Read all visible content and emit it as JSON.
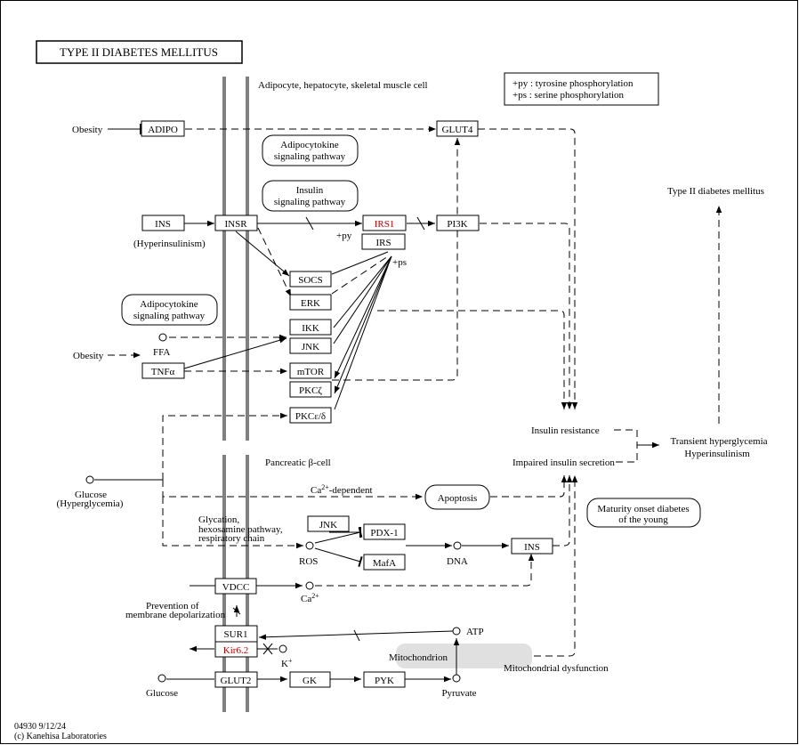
{
  "title": "TYPE  II  DIABETES  MELLITUS",
  "legend": {
    "ps": "+ps : serine phosphorylation",
    "py": "+py : tyrosine phosphorylation"
  },
  "cells": {
    "top": "Adipocyte, hepatocyte, skeletal muscle cell",
    "bottom": "Pancreatic β-cell"
  },
  "pathways": {
    "adipocytokine1_l1": "Adipocytokine",
    "adipocytokine1_l2": "signaling pathway",
    "insulin_l1": "Insulin",
    "insulin_l2": "signaling pathway",
    "adipocytokine2_l1": "Adipocytokine",
    "adipocytokine2_l2": "signaling pathway",
    "apoptosis": "Apoptosis",
    "mody_l1": "Maturity onset diabetes",
    "mody_l2": "of the young"
  },
  "genes": {
    "adipo": "ADIPO",
    "glut4": "GLUT4",
    "ins": "INS",
    "insr": "INSR",
    "irs1": "IRS1",
    "irs": "IRS",
    "p13k": "PI3K",
    "socs": "SOCS",
    "erk": "ERK",
    "ikk": "IKK",
    "jnk": "JNK",
    "tnfa": "TNFα",
    "mtor": "mTOR",
    "pkcz": "PKCζ",
    "pkce": "PKCε/δ",
    "jnk2": "JNK",
    "pdx1": "PDX-1",
    "mafa": "MafA",
    "ins2": "INS",
    "vdcc": "VDCC",
    "sur1": "SUR1",
    "kir62": "Kir6.2",
    "glut2": "GLUT2",
    "gk": "GK",
    "pyk": "PYK"
  },
  "labels": {
    "obesity1": "Obesity",
    "obesity2": "Obesity",
    "hyperinsulinism": "(Hyperinsulinism)",
    "ffa": "FFA",
    "py": "+py",
    "ps": "+ps",
    "t2dm": "Type II diabetes mellitus",
    "insulin_resistance": "Insulin resistance",
    "impaired_secretion": "Impaired insulin secretion",
    "transient_l1": "Transient hyperglycemia",
    "transient_l2": "Hyperinsulinism",
    "glucose_hyper_l1": "Glucose",
    "glucose_hyper_l2": "(Hyperglycemia)",
    "ca_dependent": "-dependent",
    "glycation_l1": "Glycation,",
    "glycation_l2": "hexosamine pathway,",
    "glycation_l3": "respiratory chain",
    "ros": "ROS",
    "dna": "DNA",
    "ca": "Ca",
    "prevention_l1": "Prevention of",
    "prevention_l2": "membrane depolarization",
    "atp": "ATP",
    "k": "K",
    "mitochondrion": "Mitochondrion",
    "mito_dysfunction": "Mitochondrial dysfunction",
    "glucose": "Glucose",
    "pyruvate": "Pyruvate"
  },
  "footer": {
    "id": "04930 9/12/24",
    "copyright": "(c) Kanehisa Laboratories"
  },
  "colors": {
    "highlight": "#cc0000",
    "membrane": "#808080",
    "mito": "#e0e0e0"
  }
}
